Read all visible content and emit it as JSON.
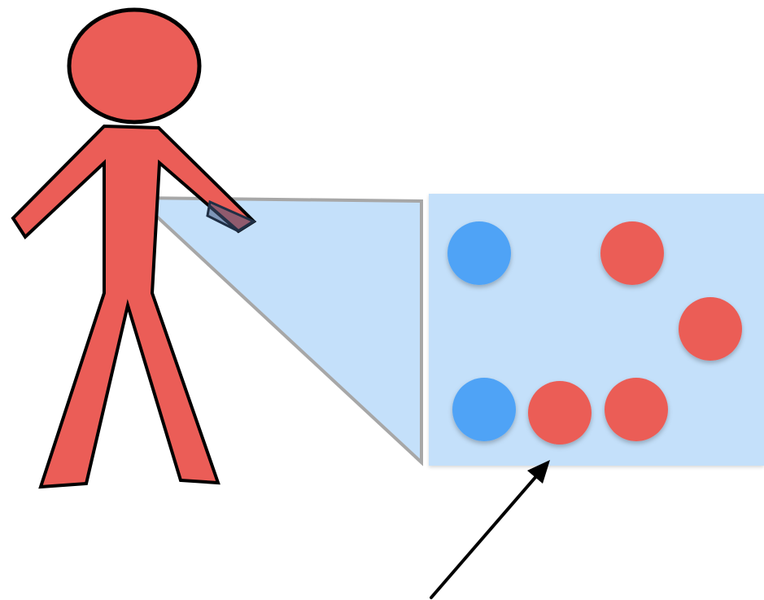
{
  "colors": {
    "background": "#ffffff",
    "figure_fill": "#eb5d57",
    "outline": "#000000",
    "zoom_region_fill": "#c4e0fa",
    "zoom_region_border": "#a7a7a7",
    "blue_circle": "#4fa3f6",
    "red_circle": "#eb5d57",
    "arrow": "#000000"
  },
  "figure": {
    "description_icon": "stick-figure-icon"
  },
  "zoom_panel": {
    "circles": [
      {
        "color": "blue"
      },
      {
        "color": "red"
      },
      {
        "color": "red"
      },
      {
        "color": "blue"
      },
      {
        "color": "red"
      },
      {
        "color": "red"
      }
    ]
  }
}
